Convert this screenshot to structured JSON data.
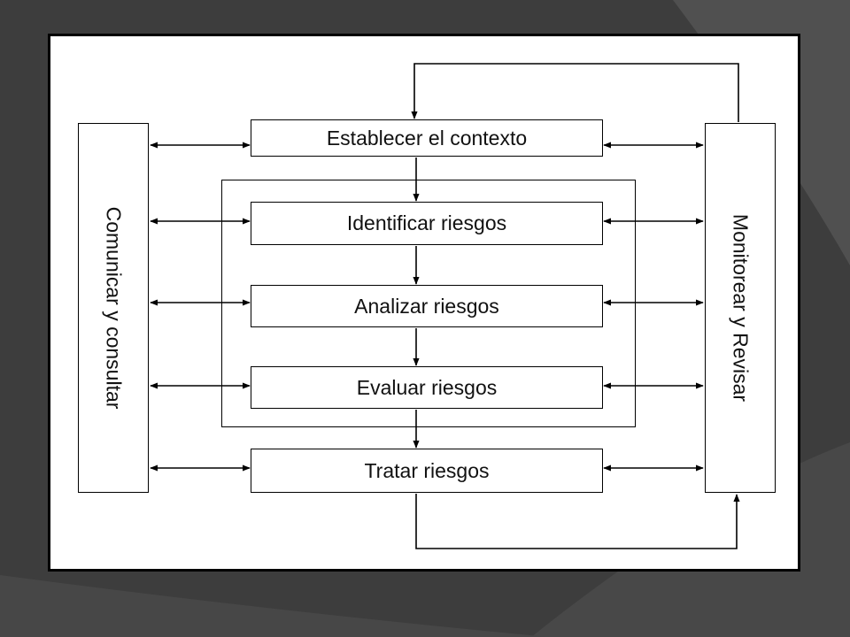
{
  "diagram": {
    "steps": [
      {
        "id": "establecer",
        "label": "Establecer el contexto"
      },
      {
        "id": "identificar",
        "label": "Identificar riesgos"
      },
      {
        "id": "analizar",
        "label": "Analizar riesgos"
      },
      {
        "id": "evaluar",
        "label": "Evaluar riesgos"
      },
      {
        "id": "tratar",
        "label": "Tratar riesgos"
      }
    ],
    "left_side": {
      "label": "Comunicar y consultar"
    },
    "right_side": {
      "label": "Monitorear y Revisar"
    }
  },
  "colors": {
    "background": "#3e3e3e",
    "panel": "#ffffff",
    "stroke": "#000000"
  }
}
